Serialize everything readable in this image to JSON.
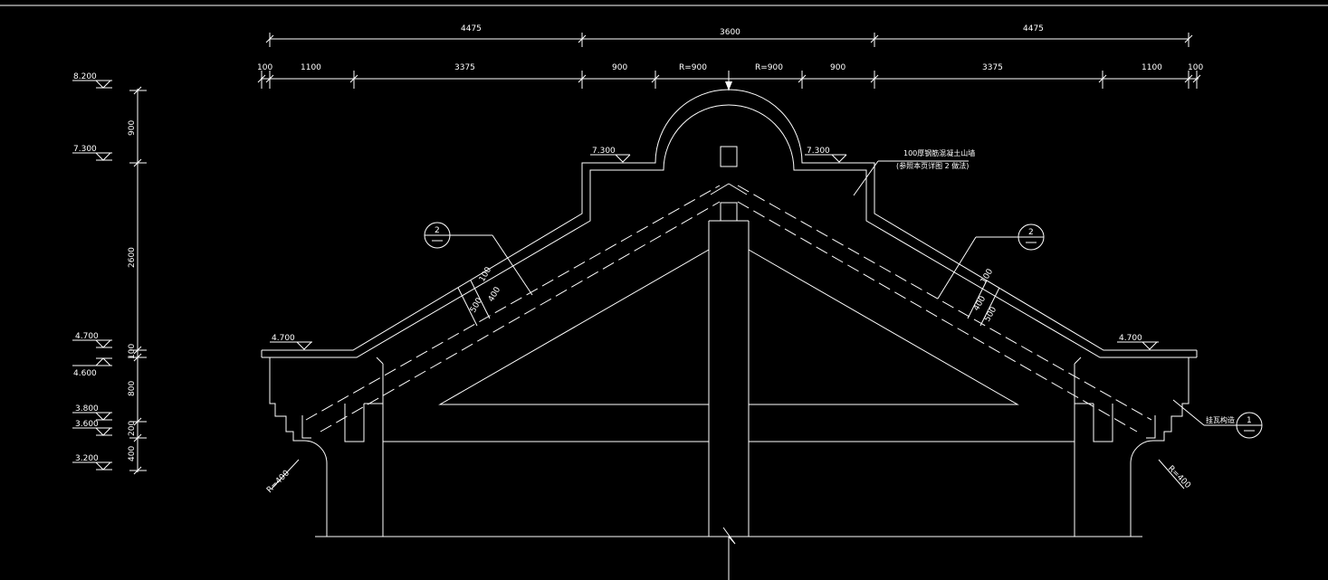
{
  "colors": {
    "background": "#000000",
    "line": "#ffffff"
  },
  "dims_top": [
    "4475",
    "3600",
    "4475"
  ],
  "dims_second": [
    "100",
    "1100",
    "3375",
    "900",
    "R=900",
    "R=900",
    "900",
    "3375",
    "1100",
    "100"
  ],
  "dims_left": [
    "900",
    "2600",
    "100",
    "800",
    "200",
    "400"
  ],
  "elev_labels": [
    "8.200",
    "7.300",
    "4.700",
    "4.600",
    "3.800",
    "3.600",
    "3.200"
  ],
  "elev_plan": [
    "7.300",
    "7.300",
    "4.700",
    "4.700"
  ],
  "radius_labels": [
    "R=400",
    "R=400"
  ],
  "slab_dims_left": [
    "100",
    "400",
    "500"
  ],
  "slab_dims_right": [
    "100",
    "400",
    "500"
  ],
  "note": {
    "line1": "100厚钢筋混凝土山墙",
    "line2": "(参照本页详图 2 做法)",
    "line3": "挂瓦构造"
  },
  "callouts": [
    "2",
    "2",
    "1"
  ]
}
